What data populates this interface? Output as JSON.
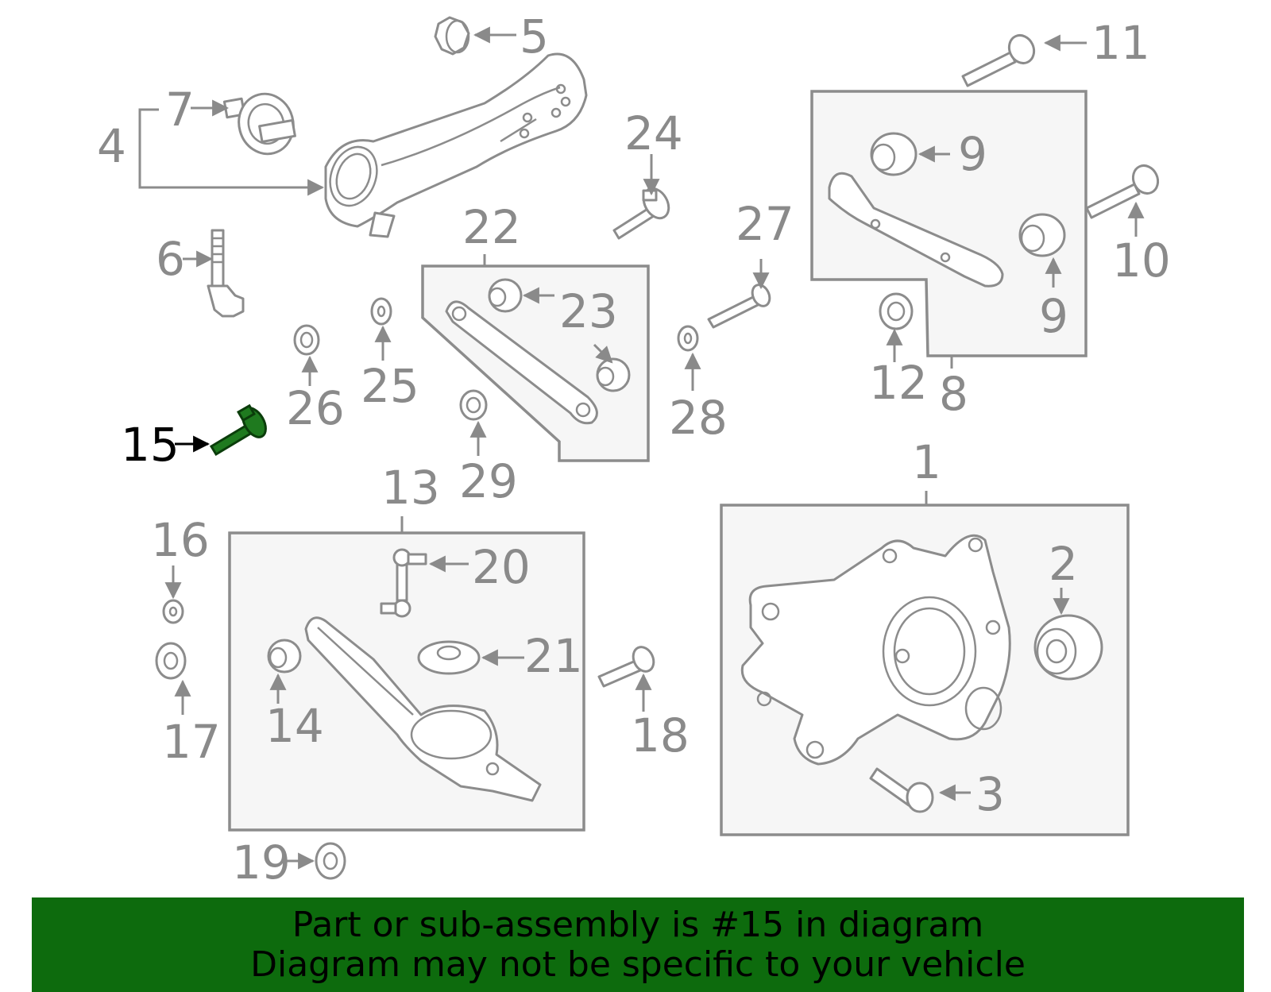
{
  "highlight_color": "#0d6b0d",
  "highlighted_part": "15",
  "callouts": {
    "c1": "1",
    "c2": "2",
    "c3": "3",
    "c4": "4",
    "c5": "5",
    "c6": "6",
    "c7": "7",
    "c8": "8",
    "c9a": "9",
    "c9b": "9",
    "c10": "10",
    "c11": "11",
    "c12": "12",
    "c13": "13",
    "c14": "14",
    "c15": "15",
    "c16": "16",
    "c17": "17",
    "c18": "18",
    "c19": "19",
    "c20": "20",
    "c21": "21",
    "c22": "22",
    "c23": "23",
    "c24": "24",
    "c25": "25",
    "c26": "26",
    "c27": "27",
    "c28": "28",
    "c29": "29"
  },
  "banner": {
    "line1": "Part or sub-assembly is #15 in diagram",
    "line2": "Diagram may not be specific to your vehicle"
  }
}
